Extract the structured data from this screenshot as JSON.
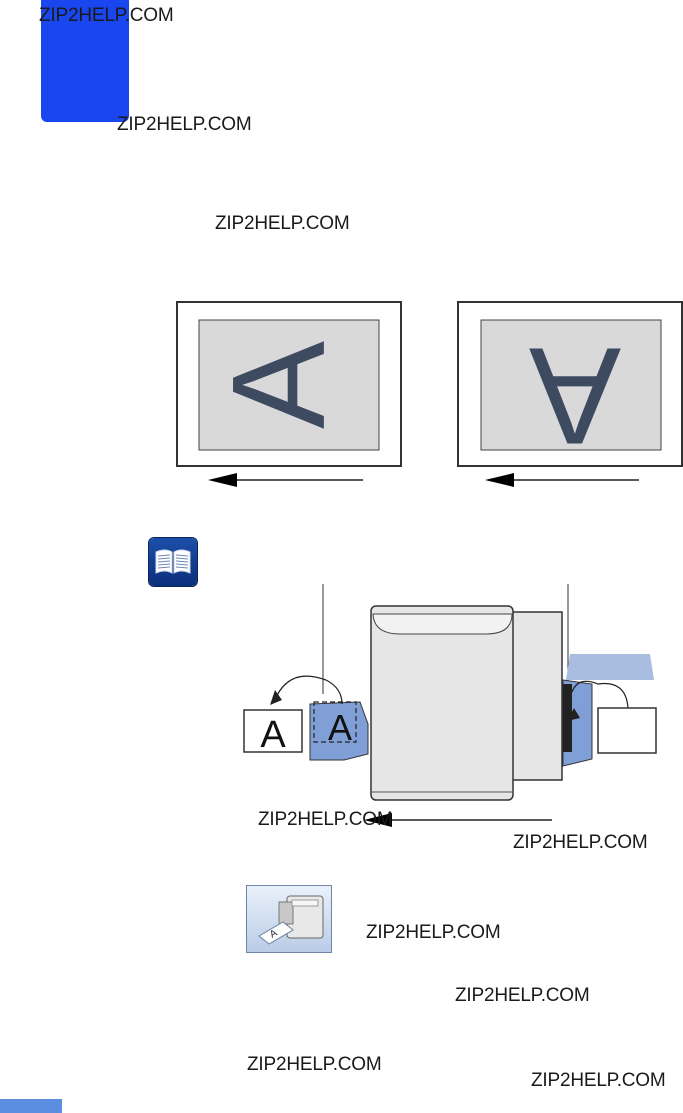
{
  "watermarks": [
    "ZIP2HELP.COM",
    "ZIP2HELP.COM",
    "ZIP2HELP.COM",
    "ZIP2HELP.COM",
    "ZIP2HELP.COM",
    "ZIP2HELP.COM",
    "ZIP2HELP.COM",
    "ZIP2HELP.COM",
    "ZIP2HELP.COM"
  ],
  "diagram_left": {
    "letter": "A"
  },
  "diagram_right": {
    "letter": "A"
  },
  "scanner": {
    "output_letter": "A",
    "tray_letter": "A"
  },
  "screen_icon": {
    "letter": "A"
  },
  "colors": {
    "tab": "#1a46f0",
    "doc_letter": "#3d4a60",
    "paper_gray": "#d9d9d9",
    "tray_blue": "#7f9fd6"
  }
}
